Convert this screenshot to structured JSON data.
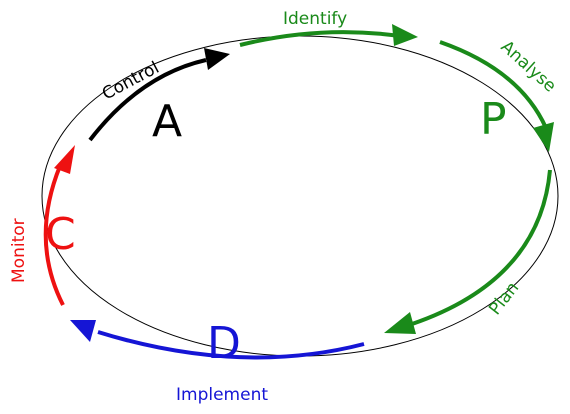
{
  "colors": {
    "plan": "#1a8a1a",
    "do": "#1515d5",
    "check": "#ee1111",
    "act": "#000000",
    "outline": "#000000",
    "background": "#ffffff"
  },
  "phases": {
    "plan": "P",
    "do": "D",
    "check": "C",
    "act": "A"
  },
  "steps": {
    "identify": "Identify",
    "analyse": "Analyse",
    "plan": "Plan",
    "implement": "Implement",
    "monitor": "Monitor",
    "control": "Control"
  }
}
